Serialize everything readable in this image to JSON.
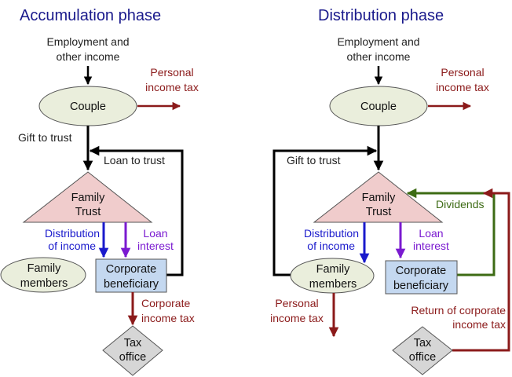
{
  "colors": {
    "title": "#1a1a8c",
    "black_flow": "#000000",
    "tax_flow": "#8b1a1a",
    "distribution_flow": "#1a1acc",
    "loan_interest_flow": "#7a1ad0",
    "dividends_flow": "#3d6b14",
    "ellipse_fill": "#eaeedc",
    "trust_fill": "#f0cccc",
    "corporate_fill": "#c4d8f0",
    "tax_office_fill": "#d6d6d6"
  },
  "accumulation": {
    "title": "Accumulation phase",
    "income_line1": "Employment and",
    "income_line2": "other income",
    "tax_line1": "Personal",
    "tax_line2": "income tax",
    "couple": "Couple",
    "gift": "Gift to trust",
    "loan": "Loan to trust",
    "trust_line1": "Family",
    "trust_line2": "Trust",
    "dist_line1": "Distribution",
    "dist_line2": "of income",
    "interest_line1": "Loan",
    "interest_line2": "interest",
    "members_line1": "Family",
    "members_line2": "members",
    "corp_line1": "Corporate",
    "corp_line2": "beneficiary",
    "corp_tax_line1": "Corporate",
    "corp_tax_line2": "income tax",
    "office_line1": "Tax",
    "office_line2": "office"
  },
  "distribution": {
    "title": "Distribution phase",
    "income_line1": "Employment and",
    "income_line2": "other income",
    "tax_line1": "Personal",
    "tax_line2": "income tax",
    "couple": "Couple",
    "gift": "Gift to trust",
    "trust_line1": "Family",
    "trust_line2": "Trust",
    "dividends": "Dividends",
    "dist_line1": "Distribution",
    "dist_line2": "of income",
    "interest_line1": "Loan",
    "interest_line2": "interest",
    "members_line1": "Family",
    "members_line2": "members",
    "corp_line1": "Corporate",
    "corp_line2": "beneficiary",
    "personal_tax_line1": "Personal",
    "personal_tax_line2": "income tax",
    "return_line1": "Return of corporate",
    "return_line2": "income tax",
    "office_line1": "Tax",
    "office_line2": "office"
  }
}
